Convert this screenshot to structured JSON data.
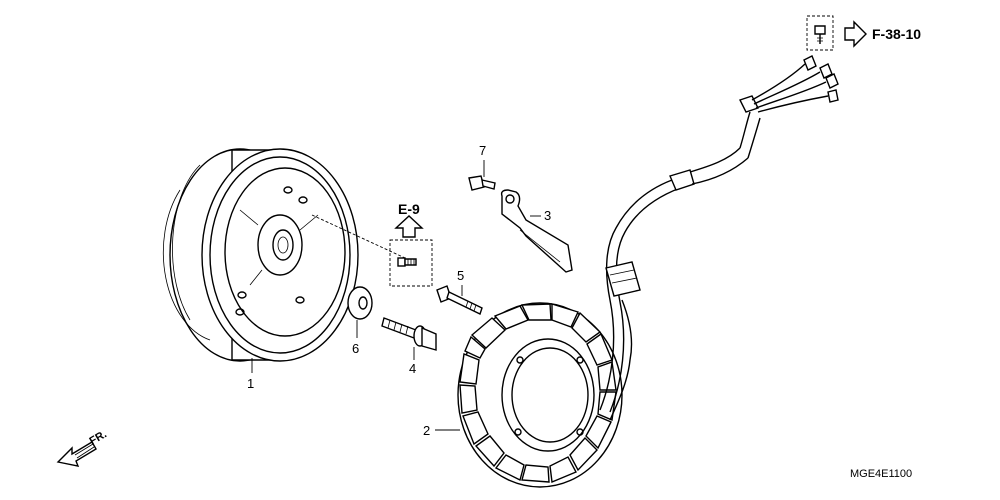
{
  "callouts": {
    "flywheel": "1",
    "stator": "2",
    "bracket": "3",
    "flange_bolt": "4",
    "bolt": "5",
    "washer": "6",
    "small_bolt": "7"
  },
  "references": {
    "flywheel_ref": "E-9",
    "harness_ref": "F-38-10"
  },
  "diagram_code": "MGE4E1100",
  "direction_label": "FR."
}
